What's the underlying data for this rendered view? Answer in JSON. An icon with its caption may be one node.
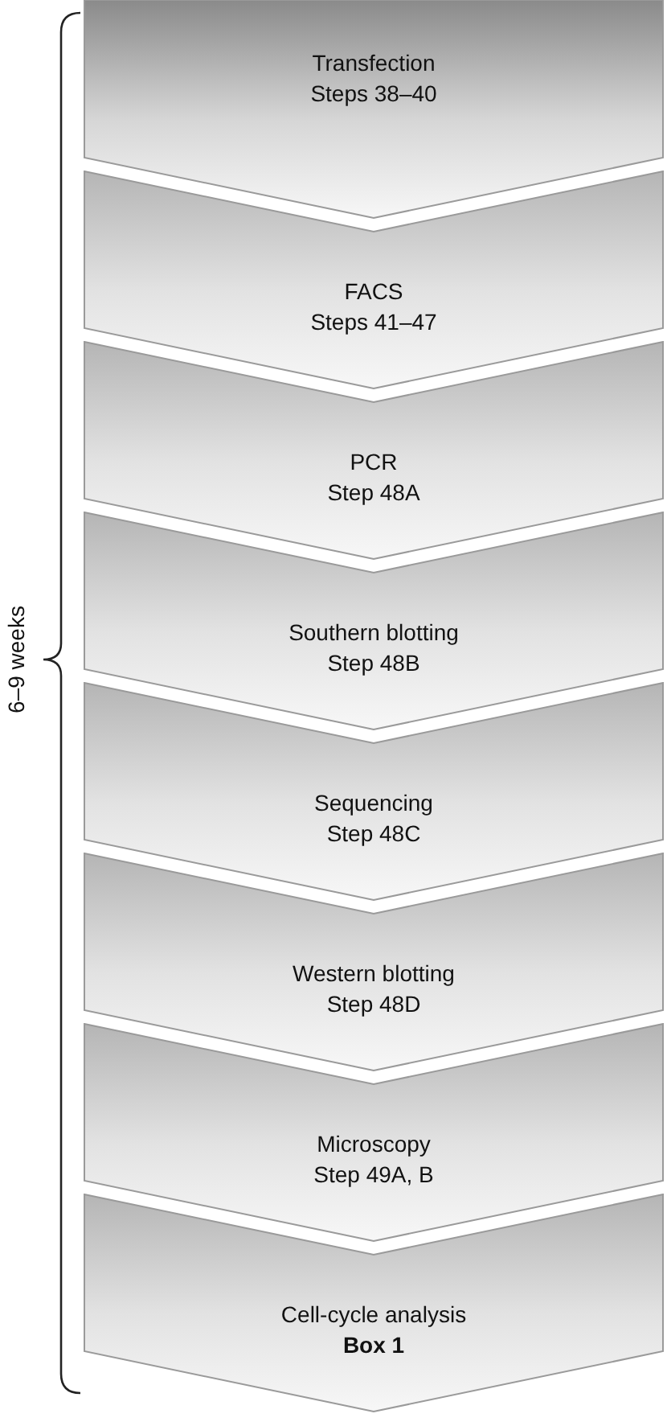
{
  "diagram": {
    "nodes": [
      {
        "text": [
          "Transfection",
          "Steps 38–40"
        ]
      },
      {
        "text": [
          "FACS",
          "Steps 41–47"
        ]
      },
      {
        "text": [
          "PCR",
          "Step 48A"
        ]
      },
      {
        "text": [
          "Southern blotting",
          "Step 48B"
        ]
      },
      {
        "text": [
          "Sequencing",
          "Step 48C"
        ]
      },
      {
        "text": [
          "Western blotting",
          "Step 48D"
        ]
      },
      {
        "text": [
          "Microscopy",
          "Step 49A, B"
        ]
      },
      {
        "text": [
          "Cell-cycle analysis",
          "Box 1"
        ]
      }
    ],
    "edges": [],
    "labels": [
      "6–9 weeks"
    ]
  }
}
